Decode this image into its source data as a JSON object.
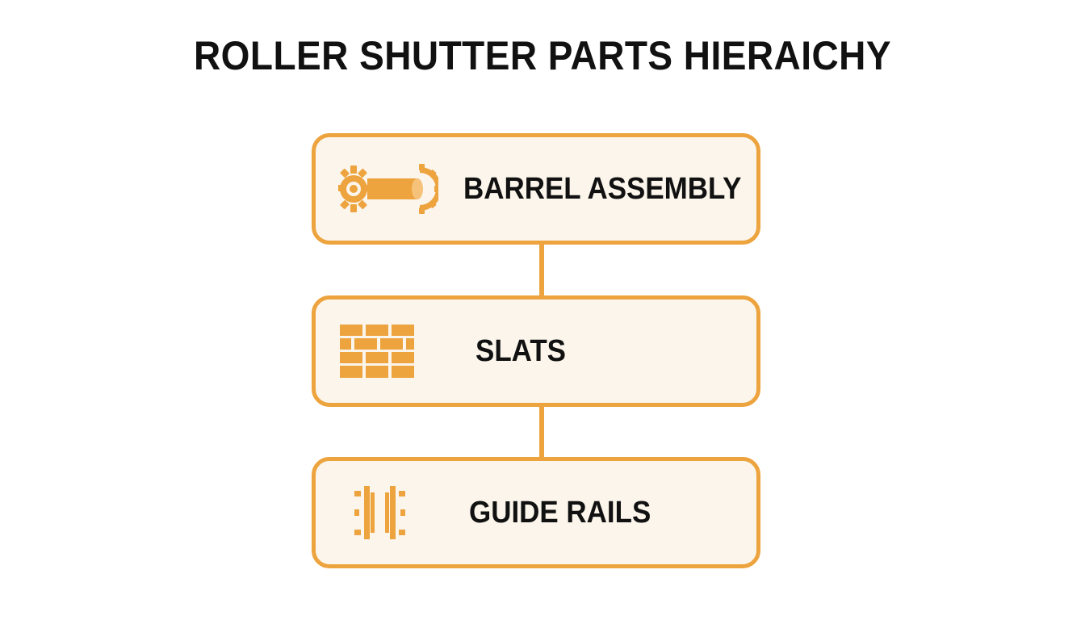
{
  "title": "ROLLER SHUTTER PARTS HIERAICHY",
  "colors": {
    "accent": "#EDA33E",
    "node_fill": "#FBF5EB",
    "text": "#111111",
    "background": "#FFFFFF"
  },
  "nodes": [
    {
      "label": "BARREL ASSEMBLY",
      "icon": "barrel-gear-icon"
    },
    {
      "label": "SLATS",
      "icon": "slats-icon"
    },
    {
      "label": "GUIDE RAILS",
      "icon": "guide-rails-icon"
    }
  ]
}
